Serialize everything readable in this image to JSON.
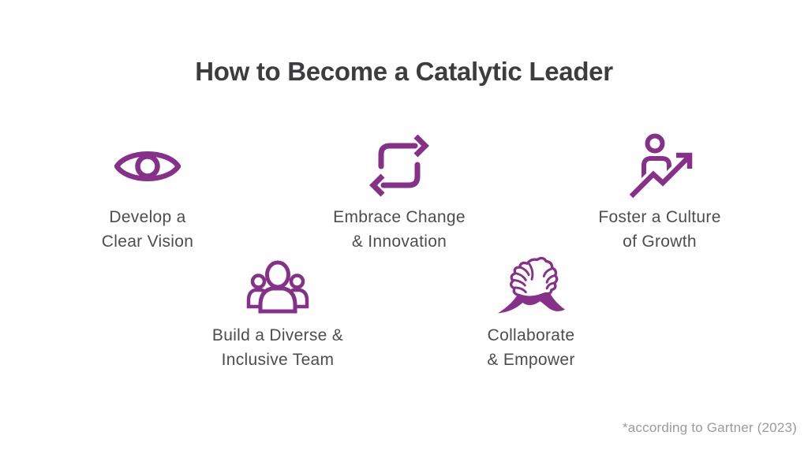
{
  "title": "How to Become a Catalytic Leader",
  "footnote": "*according to Gartner (2023)",
  "colors": {
    "accent": "#86308A",
    "title_text": "#3D3D3F",
    "label_text": "#4D4D4D",
    "footnote_text": "#9B9B9E",
    "background": "#FFFFFF"
  },
  "items": [
    {
      "id": "develop-vision",
      "icon": "eye-icon",
      "lines": [
        "Develop a",
        "Clear Vision"
      ]
    },
    {
      "id": "embrace-change",
      "icon": "cycle-arrows-icon",
      "lines": [
        "Embrace Change",
        "& Innovation"
      ]
    },
    {
      "id": "foster-growth",
      "icon": "person-growth-icon",
      "lines": [
        "Foster a Culture",
        "of Growth"
      ]
    },
    {
      "id": "build-team",
      "icon": "team-icon",
      "lines": [
        "Build a Diverse &",
        "Inclusive Team"
      ]
    },
    {
      "id": "collaborate",
      "icon": "clasped-hands-icon",
      "lines": [
        "Collaborate",
        "& Empower"
      ]
    }
  ]
}
